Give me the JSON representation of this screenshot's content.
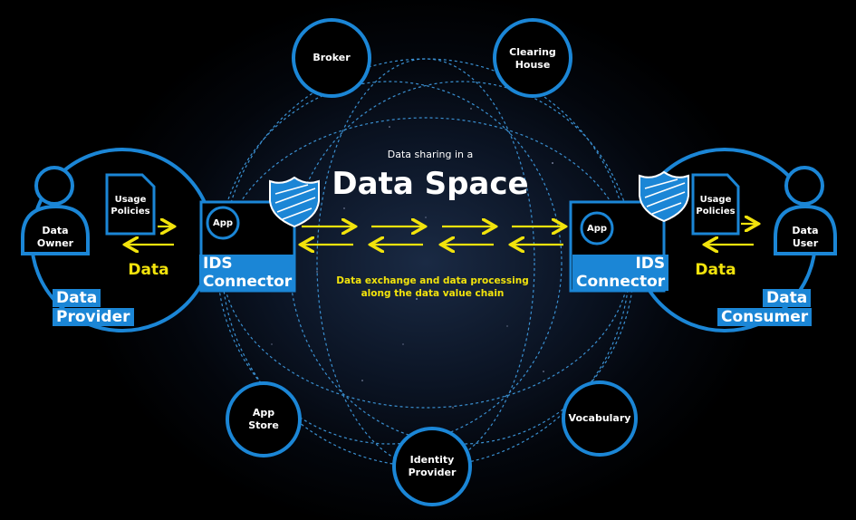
{
  "header": {
    "subtitle": "Data sharing in a",
    "title": "Data Space"
  },
  "exchange": {
    "line1": "Data exchange and data processing",
    "line2": "along the data value chain"
  },
  "left": {
    "owner": [
      "Data",
      "Owner"
    ],
    "policies": [
      "Usage",
      "Policies"
    ],
    "data_label": "Data",
    "provider": [
      "Data",
      "Provider"
    ],
    "app": "App",
    "connector": [
      "IDS",
      "Connector"
    ]
  },
  "right": {
    "user": [
      "Data",
      "User"
    ],
    "policies": [
      "Usage",
      "Policies"
    ],
    "data_label": "Data",
    "consumer": [
      "Data",
      "Consumer"
    ],
    "app": "App",
    "connector": [
      "IDS",
      "Connector"
    ]
  },
  "services": {
    "broker": "Broker",
    "clearing": [
      "Clearing",
      "House"
    ],
    "appstore": [
      "App",
      "Store"
    ],
    "identity": [
      "Identity",
      "Provider"
    ],
    "vocabulary": "Vocabulary"
  },
  "colors": {
    "accent_blue": "#1b86d6",
    "arrow_yellow": "#f2e30c",
    "dash_blue": "#3a8fd0"
  }
}
